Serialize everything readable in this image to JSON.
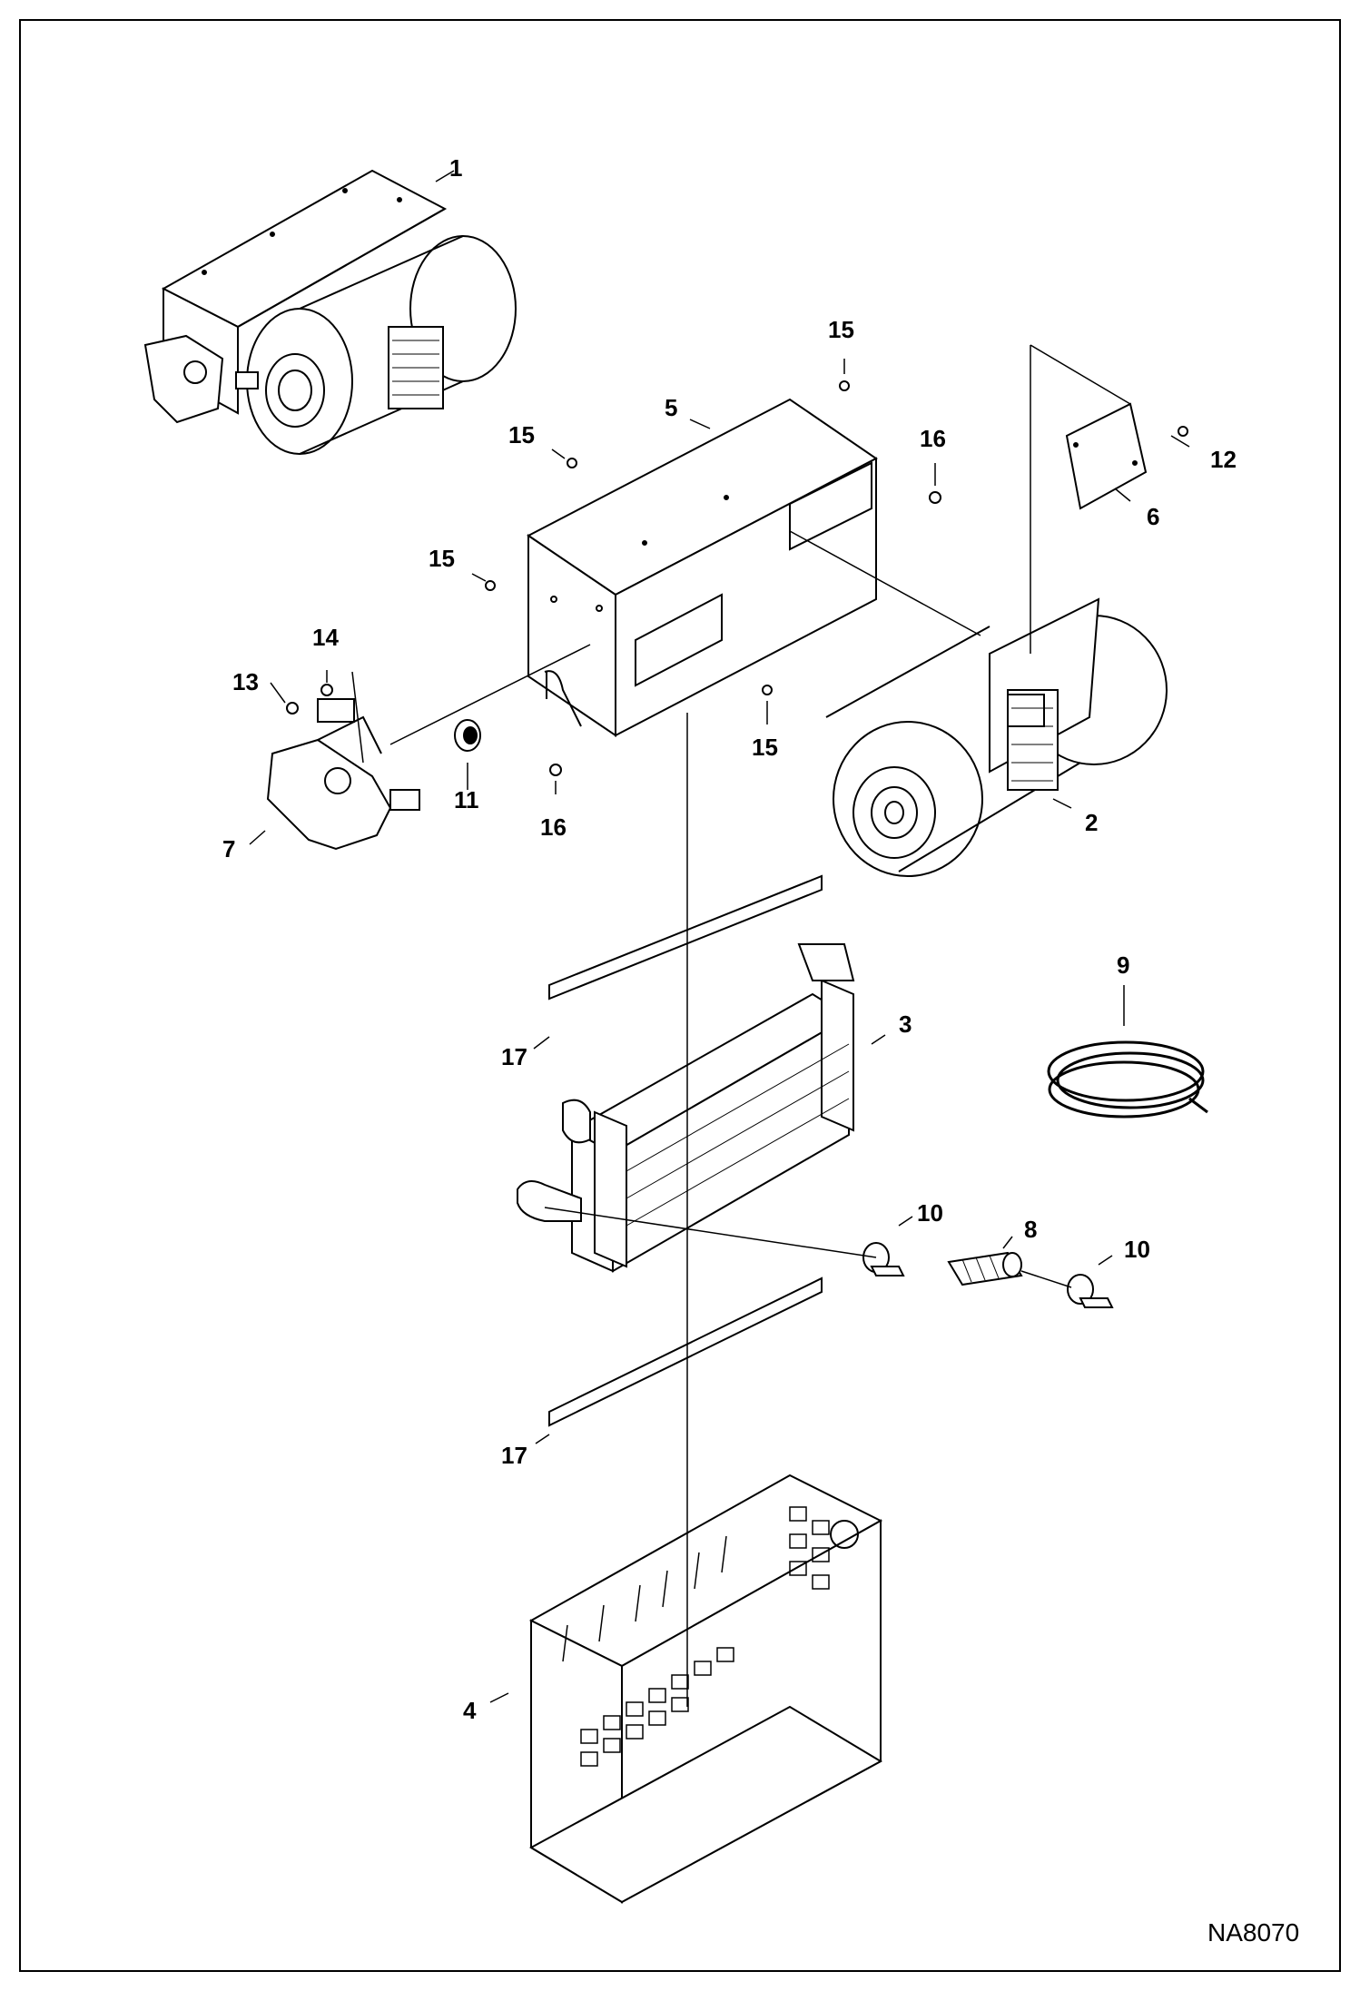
{
  "diagram": {
    "drawing_id": "NA8070",
    "callouts": [
      {
        "id": "c1",
        "label": "1"
      },
      {
        "id": "c15a",
        "label": "15"
      },
      {
        "id": "c5",
        "label": "5"
      },
      {
        "id": "c15b",
        "label": "15"
      },
      {
        "id": "c16a",
        "label": "16"
      },
      {
        "id": "c12",
        "label": "12"
      },
      {
        "id": "c6",
        "label": "6"
      },
      {
        "id": "c15c",
        "label": "15"
      },
      {
        "id": "c14",
        "label": "14"
      },
      {
        "id": "c13",
        "label": "13"
      },
      {
        "id": "c11",
        "label": "11"
      },
      {
        "id": "c16b",
        "label": "16"
      },
      {
        "id": "c15d",
        "label": "15"
      },
      {
        "id": "c7",
        "label": "7"
      },
      {
        "id": "c2",
        "label": "2"
      },
      {
        "id": "c9",
        "label": "9"
      },
      {
        "id": "c3",
        "label": "3"
      },
      {
        "id": "c17a",
        "label": "17"
      },
      {
        "id": "c10a",
        "label": "10"
      },
      {
        "id": "c8",
        "label": "8"
      },
      {
        "id": "c10b",
        "label": "10"
      },
      {
        "id": "c17b",
        "label": "17"
      },
      {
        "id": "c4",
        "label": "4"
      }
    ]
  }
}
